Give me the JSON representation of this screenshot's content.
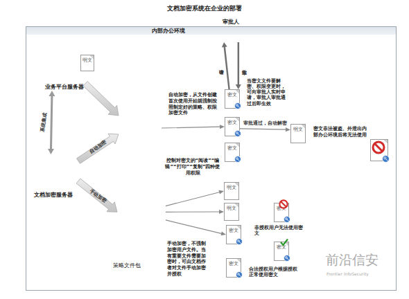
{
  "diagram": {
    "title": "文档加密系统在企业的部署",
    "nodes": [
      {
        "text": [
          "内部办公环境"
        ]
      },
      {
        "text": [
          "业务平台服务器"
        ],
        "in": 0
      },
      {
        "text": [
          "明文"
        ],
        "in": 0
      },
      {
        "text": [
          "文档加密服务器"
        ],
        "in": 0
      },
      {
        "text": [
          "审批人"
        ],
        "in": 0
      },
      {
        "text": [
          "自动加密，从文件创建首次使用开始就强制按照制定好的策略、权限加密文件"
        ],
        "in": 0
      },
      {
        "text": [
          "密文"
        ],
        "in": 0
      },
      {
        "text": [
          "密文"
        ],
        "in": 0
      },
      {
        "text": [
          "密文"
        ],
        "in": 0
      },
      {
        "text": [
          "明文"
        ],
        "in": 0
      },
      {
        "text": [
          "密文"
        ],
        "in": 0
      },
      {
        "text": [
          "手动加密，不强制加密用户文件。当有重要文件需要加密时，可由文档作者对文件手动加密并授权"
        ],
        "in": 0
      },
      {
        "text": [
          "策略文件包"
        ],
        "in": 0
      },
      {
        "text": [
          "明文"
        ],
        "in": 0
      },
      {
        "text": [
          "明文"
        ],
        "in": 0
      },
      {
        "text": [
          "密文"
        ],
        "in": 0
      },
      {
        "text": [
          "密文"
        ],
        "in": 0
      },
      {
        "text": [
          "非授权用户无法使用密文"
        ],
        "in": 0
      },
      {
        "text": [
          "密文"
        ],
        "in": 0
      },
      {
        "text": [
          "合法授权用户根据授权正常使用密文"
        ],
        "in": 0
      },
      {
        "text": [
          "密文"
        ],
        "in": 0
      }
    ],
    "edges": [
      {
        "from": 1,
        "to": 3,
        "label": "系统集成",
        "arrow": "both"
      },
      {
        "from": 1,
        "to": 5,
        "arrow": "to"
      },
      {
        "from": 3,
        "to": 5,
        "label": "自动加密",
        "arrow": "to"
      },
      {
        "from": 3,
        "to": 11,
        "label": "手动加密",
        "arrow": "to"
      },
      {
        "from": 5,
        "to": 7,
        "arrow": "to"
      },
      {
        "from": 6,
        "to": 4,
        "label": "申请",
        "arrow": "to"
      },
      {
        "from": 4,
        "to": 6,
        "label": "审批",
        "arrow": "to"
      },
      {
        "from": 7,
        "to": 9,
        "label": "审批通过，自动解密",
        "arrow": "to"
      },
      {
        "from": 11,
        "to": 13,
        "arrow": "to"
      },
      {
        "from": 11,
        "to": 14,
        "arrow": "to"
      },
      {
        "from": 11,
        "to": 15,
        "arrow": "to"
      }
    ],
    "labels": [
      "控制对密文的“阅读”“编辑”“打印”“复制”四种使用权限",
      "当密文文件要解密、权限变更时，可向审批人实时申请，审批人审批通过后即生效",
      "密文非法被盗、外泄出内部办公环境后将无法使用",
      "前沿信安",
      "Frontier InfoSecurity"
    ]
  }
}
